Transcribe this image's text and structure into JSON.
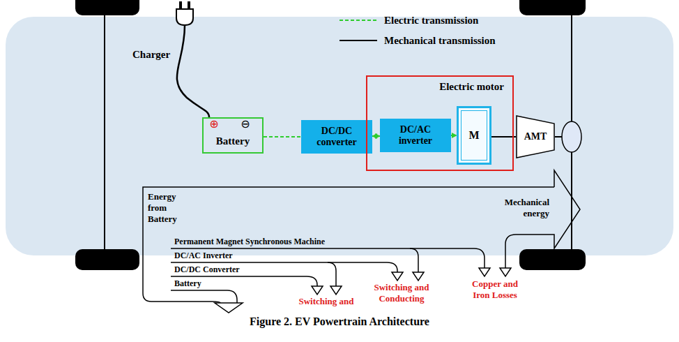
{
  "diagram": {
    "caption": "Figure 2. EV Powertrain Architecture",
    "nodes": [
      {
        "text": [
          "Battery"
        ]
      },
      {
        "text": [
          "DC/DC converter"
        ]
      },
      {
        "text": [
          "Electric motor"
        ]
      },
      {
        "text": [
          "DC/AC inverter"
        ],
        "in": 2
      },
      {
        "text": [
          "M"
        ],
        "in": 2
      },
      {
        "text": [
          "AMT"
        ]
      }
    ],
    "edges": [
      {
        "from": 0,
        "to": 1,
        "arrow": "none"
      },
      {
        "from": 1,
        "to": 3,
        "arrow": "both"
      },
      {
        "from": 3,
        "to": 4,
        "arrow": "to"
      },
      {
        "from": 4,
        "to": 5,
        "arrow": "none"
      }
    ],
    "labels": [
      "Charger",
      "⊕",
      "⊖",
      "Energy from Battery",
      "Mechanical energy",
      "Permanent Magnet Synchronous Machine",
      "DC/AC Inverter",
      "DC/DC Converter",
      "Battery",
      "Switching and",
      "Switching and Conducting",
      "Copper and Iron Losses"
    ],
    "legend": [
      {
        "text": "Electric transmission"
      },
      {
        "text": "Mechanical transmission"
      }
    ]
  }
}
